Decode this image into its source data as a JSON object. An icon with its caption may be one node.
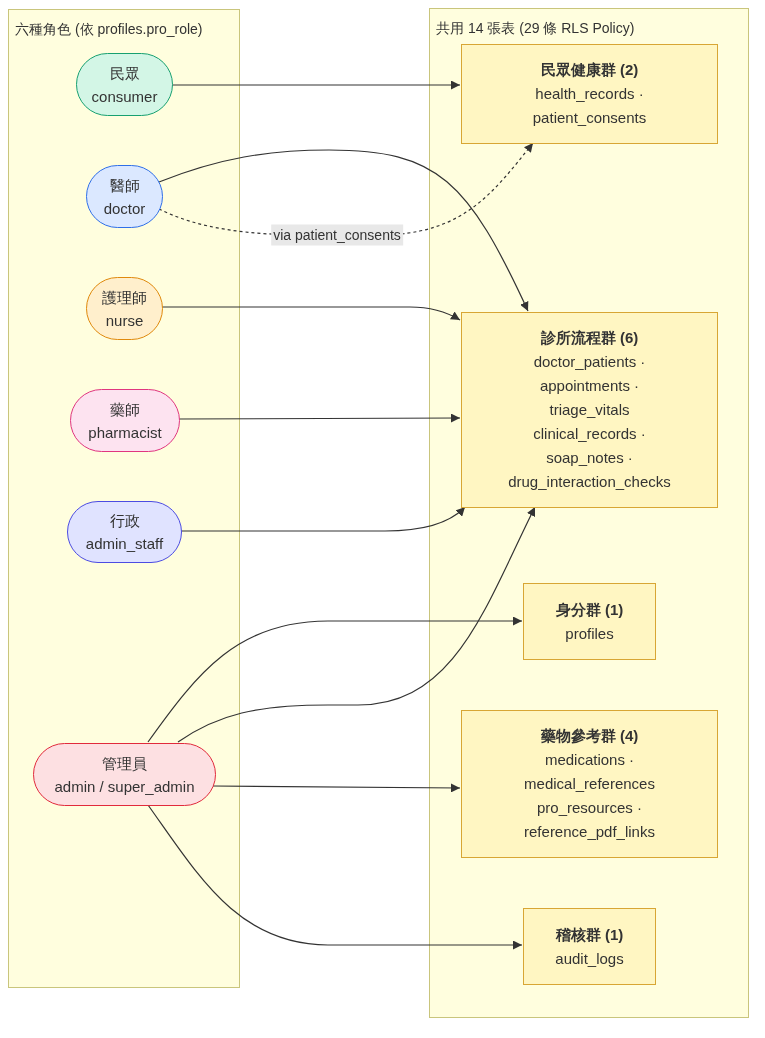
{
  "diagram": {
    "nodes": [
      {
        "text": [
          "六種角色 (依 profiles.pro_role)"
        ]
      },
      {
        "text": [
          "民眾",
          "consumer"
        ],
        "in": 0
      },
      {
        "text": [
          "醫師",
          "doctor"
        ],
        "in": 0
      },
      {
        "text": [
          "護理師",
          "nurse"
        ],
        "in": 0
      },
      {
        "text": [
          "藥師",
          "pharmacist"
        ],
        "in": 0
      },
      {
        "text": [
          "行政",
          "admin_staff"
        ],
        "in": 0
      },
      {
        "text": [
          "管理員",
          "admin / super_admin"
        ],
        "in": 0
      },
      {
        "text": [
          "共用 14 張表 (29 條 RLS Policy)"
        ]
      },
      {
        "text": [
          "民眾健康群 (2)",
          "health_records · patient_consents"
        ],
        "in": 7
      },
      {
        "text": [
          "診所流程群 (6)",
          "doctor_patients · appointments · triage_vitals clinical_records · soap_notes · drug_interaction_checks"
        ],
        "in": 7
      },
      {
        "text": [
          "身分群 (1)",
          "profiles"
        ],
        "in": 7
      },
      {
        "text": [
          "藥物參考群 (4)",
          "medications · medical_references pro_resources · reference_pdf_links"
        ],
        "in": 7
      },
      {
        "text": [
          "稽核群 (1)",
          "audit_logs"
        ],
        "in": 7
      }
    ],
    "edges": [
      {
        "from": 1,
        "to": 8,
        "arrow": "to"
      },
      {
        "from": 2,
        "to": 9,
        "arrow": "to"
      },
      {
        "from": 2,
        "to": 8,
        "arrow": "to",
        "label": "via patient_consents",
        "style": "dashed"
      },
      {
        "from": 3,
        "to": 9,
        "arrow": "to"
      },
      {
        "from": 4,
        "to": 9,
        "arrow": "to"
      },
      {
        "from": 5,
        "to": 9,
        "arrow": "to"
      },
      {
        "from": 6,
        "to": 10,
        "arrow": "to"
      },
      {
        "from": 6,
        "to": 9,
        "arrow": "to"
      },
      {
        "from": 6,
        "to": 11,
        "arrow": "to"
      },
      {
        "from": 6,
        "to": 12,
        "arrow": "to"
      }
    ]
  }
}
